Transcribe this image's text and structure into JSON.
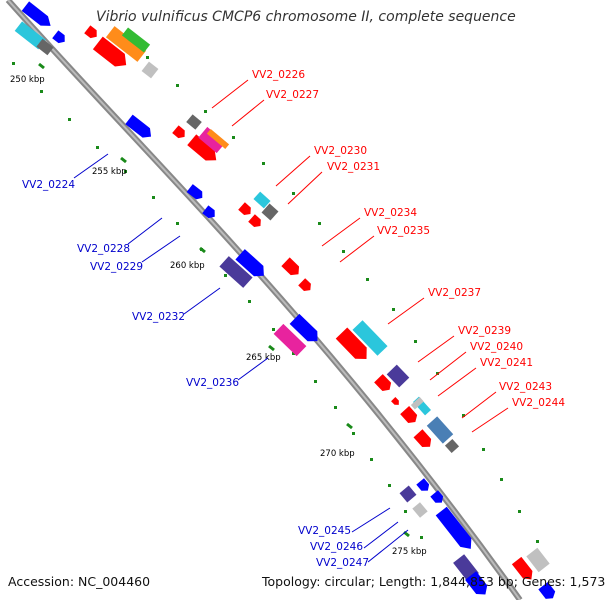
{
  "title": "Vibrio vulnificus CMCP6 chromosome II, complete sequence",
  "footer": {
    "accession": "Accession: NC_004460",
    "topology": "Topology: circular; Length: 1,844,853 bp; Genes: 1,573"
  },
  "ticks": [
    "250 kbp",
    "255 kbp",
    "260 kbp",
    "265 kbp",
    "270 kbp",
    "275 kbp"
  ],
  "labels_forward": [
    "VV2_0226",
    "VV2_0227",
    "VV2_0230",
    "VV2_0231",
    "VV2_0234",
    "VV2_0235",
    "VV2_0237",
    "VV2_0239",
    "VV2_0240",
    "VV2_0241",
    "VV2_0243",
    "VV2_0244"
  ],
  "labels_reverse": [
    "VV2_0224",
    "VV2_0228",
    "VV2_0229",
    "VV2_0232",
    "VV2_0236",
    "VV2_0245",
    "VV2_0246",
    "VV2_0247"
  ],
  "colors": {
    "forward_label": "#ff0000",
    "reverse_label": "#0000cc",
    "backbone": "#888888",
    "tick_marks": "#1a8a1a",
    "gene_red": "#ff0000",
    "gene_blue": "#0000ff",
    "gene_navy": "#4a3a9a",
    "gene_cyan": "#2bc6dc",
    "gene_magenta": "#e8239e",
    "gene_gray": "#666666",
    "gene_lightgray": "#c0c0c0",
    "gene_green": "#33bb33",
    "gene_orange": "#ff8c1a",
    "gene_steelblue": "#4a7fb5"
  }
}
